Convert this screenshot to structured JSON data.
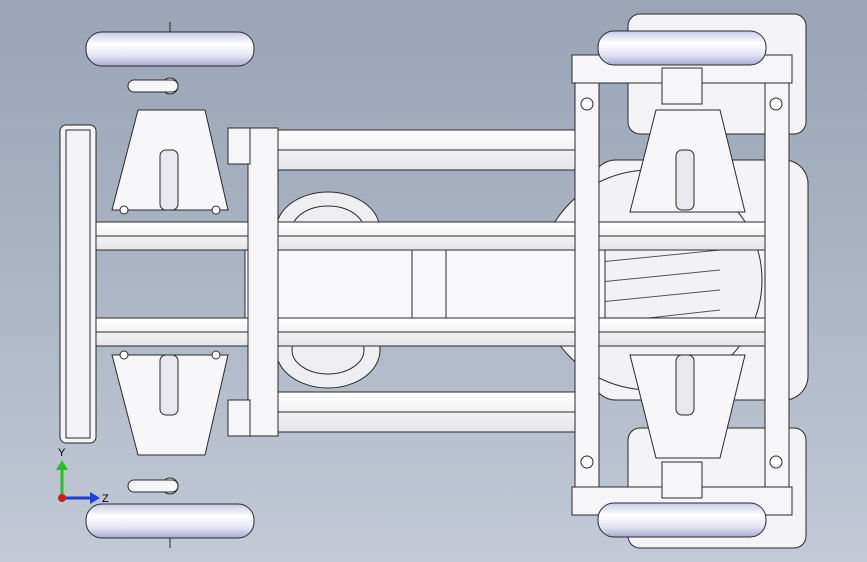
{
  "triad": {
    "y_label": "Y",
    "z_label": "Z",
    "colors": {
      "y": "#22c422",
      "z": "#1f3fd6",
      "x": "#d01818"
    }
  },
  "model": {
    "parts": [
      "chassis-rails",
      "front-wheels",
      "rear-wheels",
      "front-suspension",
      "rear-suspension",
      "motor-housing",
      "front-bumper"
    ],
    "colors": {
      "outline": "#2a2a2a",
      "part_fill": "#f2f2f4",
      "wheel_fill": "#dcdcf0",
      "wheel_shade": "#b8b8d8"
    }
  }
}
